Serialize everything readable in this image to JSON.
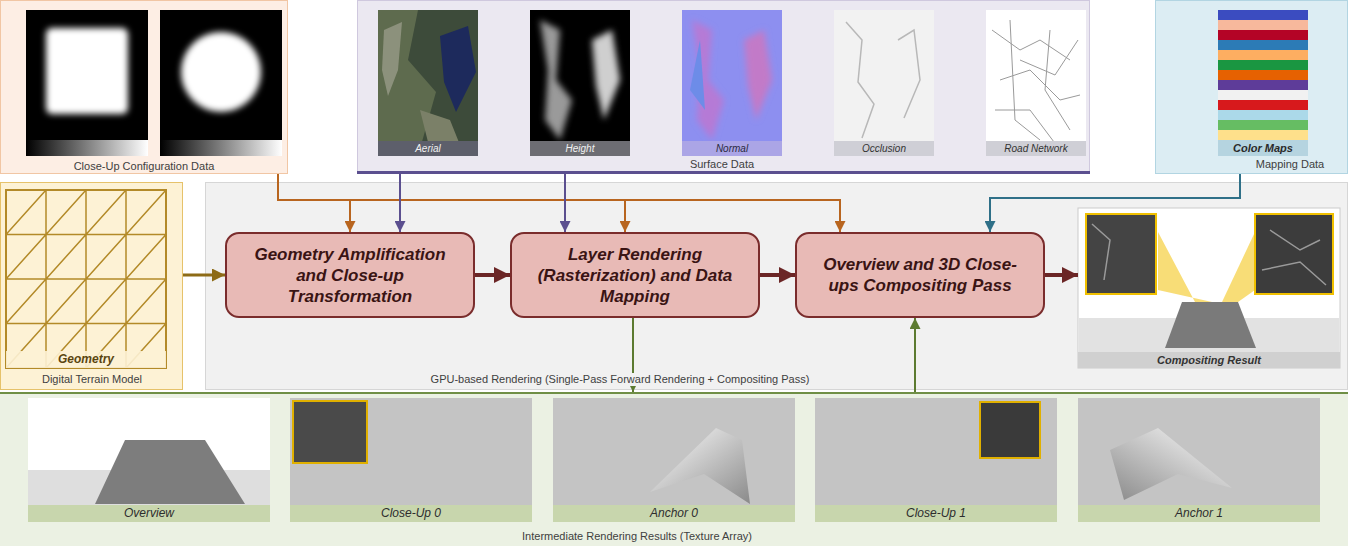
{
  "diagram": {
    "nodes": [
      {
        "text": [
          "Close-Up Configuration Data"
        ]
      },
      {
        "text": [
          "Surface Data"
        ]
      },
      {
        "text": [
          "Aerial"
        ],
        "in": 1
      },
      {
        "text": [
          "Height"
        ],
        "in": 1
      },
      {
        "text": [
          "Normal"
        ],
        "in": 1
      },
      {
        "text": [
          "Occlusion"
        ],
        "in": 1
      },
      {
        "text": [
          "Road Network"
        ],
        "in": 1
      },
      {
        "text": [
          "Mapping Data"
        ]
      },
      {
        "text": [
          "Color Maps"
        ],
        "in": 7
      },
      {
        "text": [
          "Digital Terrain Model"
        ]
      },
      {
        "text": [
          "Geometry"
        ],
        "in": 9
      },
      {
        "text": [
          "GPU-based Rendering (Single-Pass Forward Rendering + Compositing Pass)"
        ]
      },
      {
        "text": [
          "Geometry Amplification and Close-up Transformation"
        ],
        "in": 11
      },
      {
        "text": [
          "Layer Rendering (Rasterization) and Data Mapping"
        ],
        "in": 11
      },
      {
        "text": [
          "Overview and 3D Close-ups Compositing Pass"
        ],
        "in": 11
      },
      {
        "text": [
          "Compositing Result"
        ],
        "in": 11
      },
      {
        "text": [
          "Intermediate Rendering Results (Texture Array)"
        ]
      },
      {
        "text": [
          "Overview"
        ],
        "in": 16
      },
      {
        "text": [
          "Close-Up 0"
        ],
        "in": 16
      },
      {
        "text": [
          "Anchor 0"
        ],
        "in": 16
      },
      {
        "text": [
          "Close-Up 1"
        ],
        "in": 16
      },
      {
        "text": [
          "Anchor 1"
        ],
        "in": 16
      }
    ],
    "edges": [
      {
        "from": 0,
        "to": 12,
        "arrow": "to"
      },
      {
        "from": 0,
        "to": 13,
        "arrow": "to"
      },
      {
        "from": 0,
        "to": 14,
        "arrow": "to"
      },
      {
        "from": 1,
        "to": 12,
        "arrow": "to"
      },
      {
        "from": 1,
        "to": 13,
        "arrow": "to"
      },
      {
        "from": 7,
        "to": 14,
        "arrow": "to"
      },
      {
        "from": 9,
        "to": 12,
        "arrow": "to"
      },
      {
        "from": 12,
        "to": 13,
        "arrow": "to"
      },
      {
        "from": 13,
        "to": 14,
        "arrow": "to"
      },
      {
        "from": 14,
        "to": 15,
        "arrow": "to"
      },
      {
        "from": 13,
        "to": 16,
        "arrow": "to"
      },
      {
        "from": 16,
        "to": 14,
        "arrow": "to"
      }
    ]
  }
}
